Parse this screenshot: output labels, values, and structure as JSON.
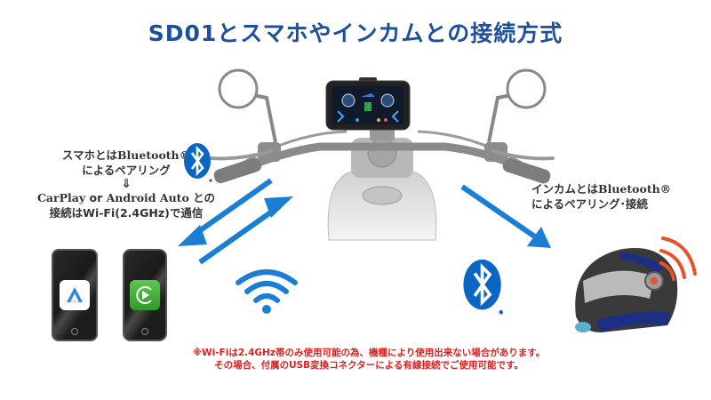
{
  "title": "SD01とスマホやインカムとの接続方式",
  "left_label": {
    "line1_prefix": "スマホとは",
    "line1_brand": "Bluetooth®",
    "line2": "によるペアリング",
    "arrow": "⇓",
    "line3_carplay": "CarPlay",
    "line3_or": " or ",
    "line3_android": "Android Auto",
    "line3_suffix": " との",
    "line4": "接続はWi-Fi(2.4GHz)で通信"
  },
  "right_label": {
    "line1_prefix": "インカムとは",
    "line1_brand": "Bluetooth®",
    "line2": "によるペアリング･接続"
  },
  "note": {
    "line1": "※Wi-Fiは2.4GHz帯のみ使用可能の為、機種により使用出来ない場合があります。",
    "line2": "その場合、付属のUSB変換コネクターによる有線接続でご使用可能です。"
  },
  "icons": {
    "bluetooth_left": "bluetooth-icon",
    "bluetooth_right": "bluetooth-icon",
    "wifi": "wifi-icon",
    "android_auto": "android-auto-icon",
    "carplay": "carplay-icon",
    "intercom_helmet": "helmet-intercom-icon"
  },
  "colors": {
    "title": "#1d4f9c",
    "arrow": "#1a7fd4",
    "bluetooth": "#0a66c2",
    "note": "#e02020",
    "signal": "#e8522a"
  }
}
